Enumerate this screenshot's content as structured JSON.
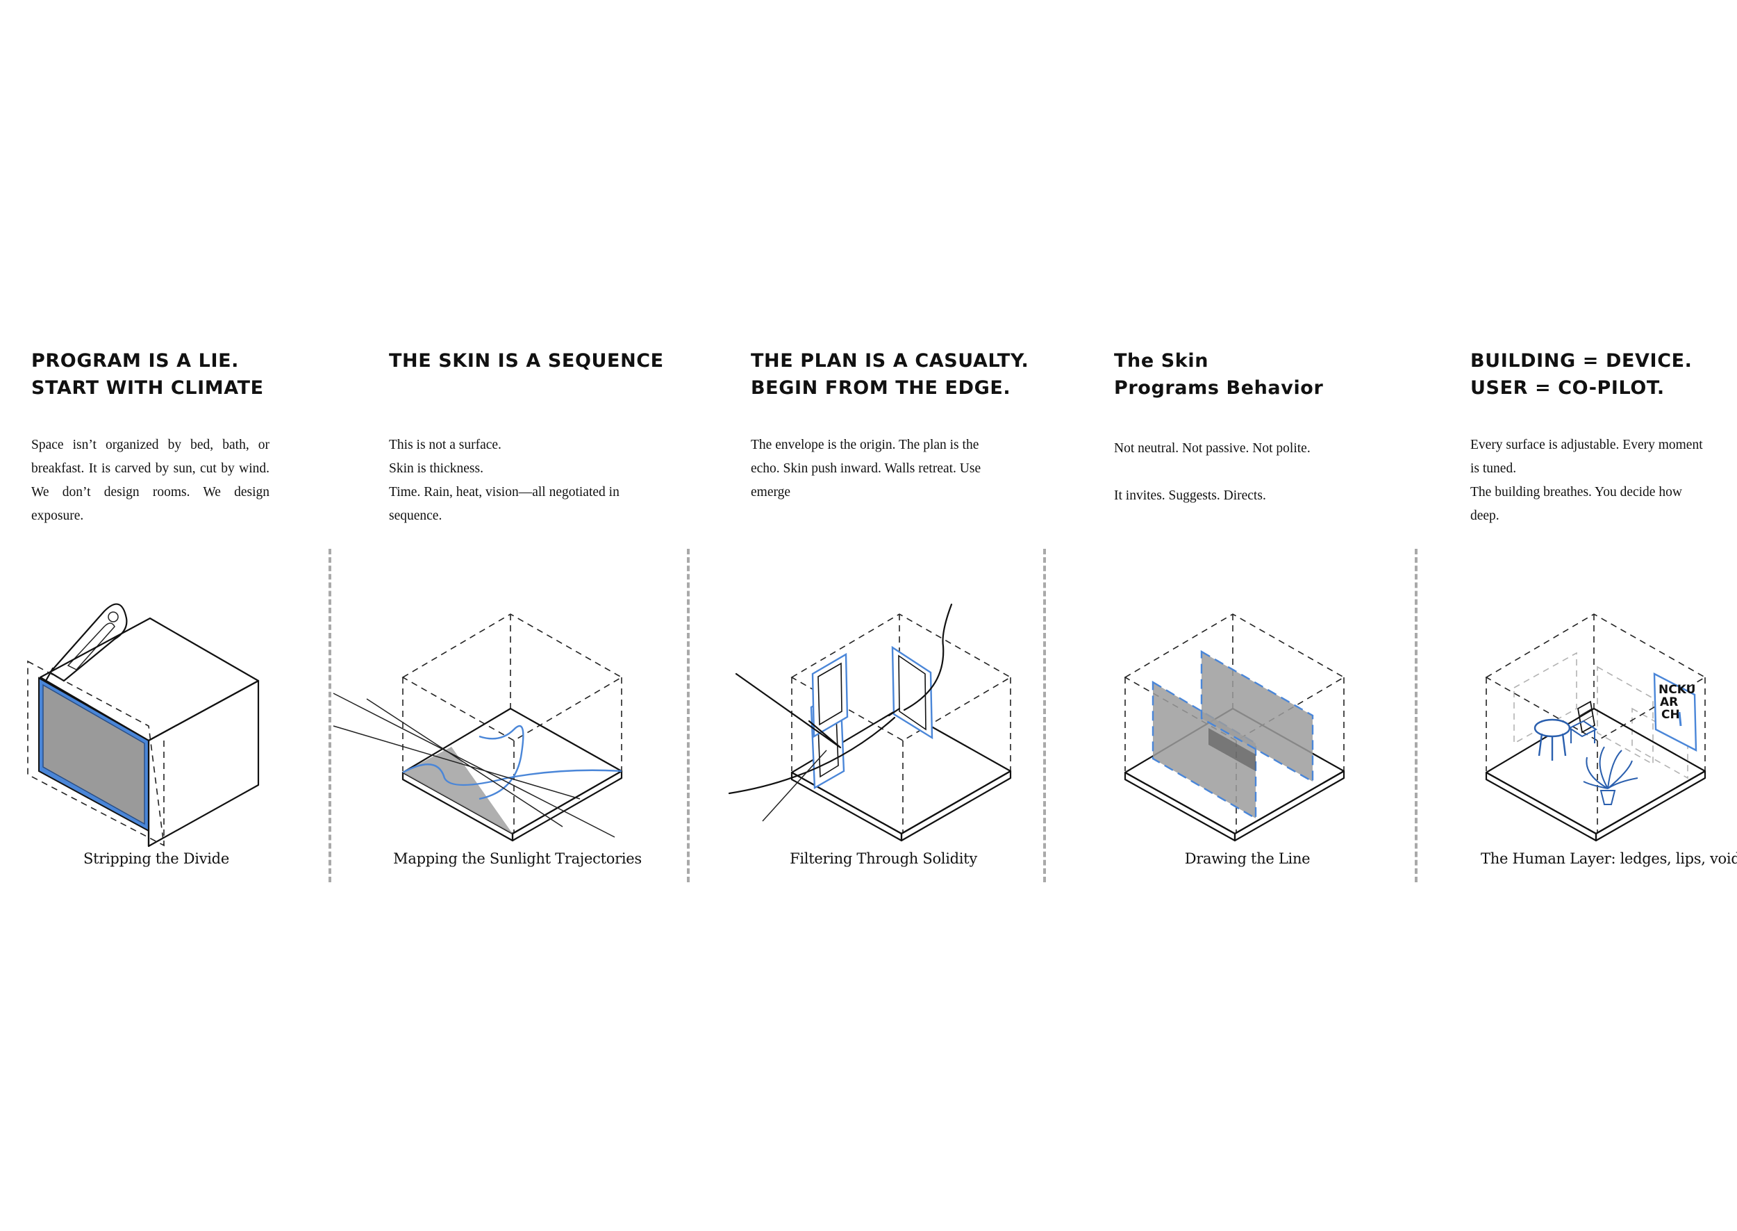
{
  "accent_color": "#4a86d8",
  "panels": [
    {
      "title_lines": [
        "PROGRAM IS A LIE.",
        "START WITH CLIMATE"
      ],
      "body": [
        "Space isn’t organized by bed, bath, or breakfast. It is carved by sun, cut by wind. We don’t design rooms. We design exposure."
      ],
      "caption": "Stripping the Divide"
    },
    {
      "title_lines": [
        "THE SKIN IS A SEQUENCE"
      ],
      "body": [
        "This is not a surface.",
        "Skin is thickness.",
        "Time. Rain, heat, vision—all negotiated in sequence."
      ],
      "caption": "Mapping the Sunlight Trajectories"
    },
    {
      "title_lines": [
        "THE PLAN IS A CASUALTY.",
        "BEGIN FROM THE EDGE."
      ],
      "body": [
        "The envelope is the origin. The plan is the echo. Skin push inward. Walls retreat. Use emerge"
      ],
      "caption": "Filtering Through Solidity"
    },
    {
      "title_lines": [
        "The Skin",
        "Programs Behavior"
      ],
      "body": [
        "Not neutral. Not passive. Not polite.",
        "",
        "It invites. Suggests. Directs."
      ],
      "caption": "Drawing the Line"
    },
    {
      "title_lines": [
        "BUILDING = DEVICE.",
        "USER = CO-PILOT."
      ],
      "body": [
        "Every surface is adjustable. Every moment is tuned.",
        "The building breathes. You decide how deep."
      ],
      "caption": "The Human Layer: ledges, lips, voids"
    }
  ],
  "poster_text": [
    "NCKU",
    "AR",
    "CH"
  ]
}
